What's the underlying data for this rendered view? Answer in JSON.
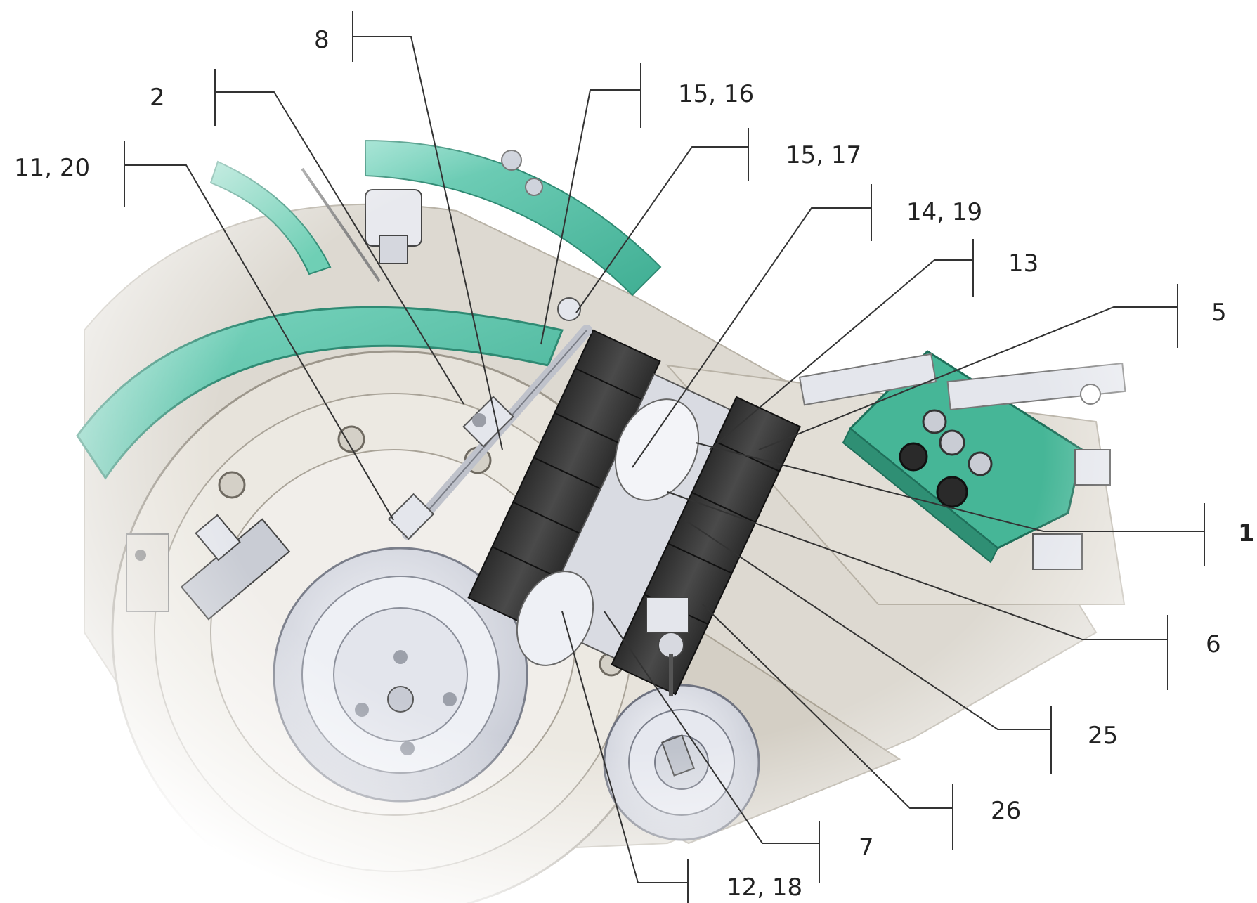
{
  "callouts": [
    {
      "id": "c8",
      "text": "8"
    },
    {
      "id": "c2",
      "text": "2"
    },
    {
      "id": "c1516",
      "text": "15, 16"
    },
    {
      "id": "c1120",
      "text": "11, 20"
    },
    {
      "id": "c1517",
      "text": "15, 17"
    },
    {
      "id": "c1419",
      "text": "14, 19"
    },
    {
      "id": "c13",
      "text": "13"
    },
    {
      "id": "c5",
      "text": "5"
    },
    {
      "id": "c1",
      "text": "1"
    },
    {
      "id": "c6",
      "text": "6"
    },
    {
      "id": "c25",
      "text": "25"
    },
    {
      "id": "c26",
      "text": "26"
    },
    {
      "id": "c7",
      "text": "7"
    },
    {
      "id": "c1218",
      "text": "12, 18"
    }
  ],
  "colors": {
    "body": "#ddd9d1",
    "teal": "#5dc8ae",
    "tealDark": "#3aa58b",
    "dark": "#3a3a3a",
    "steel": "#e6e8ee",
    "line": "#333333"
  }
}
